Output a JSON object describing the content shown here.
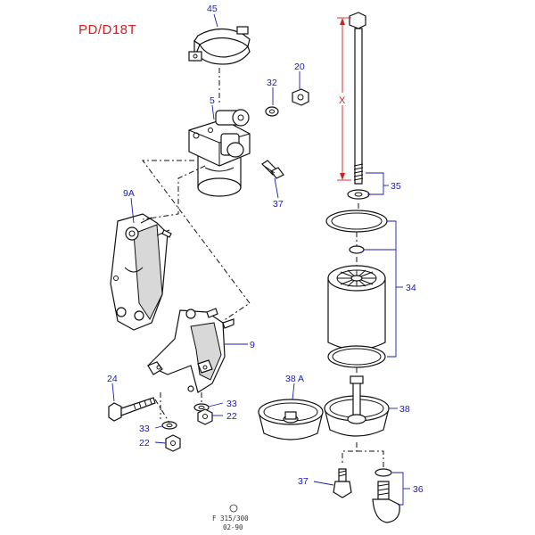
{
  "title": "PD/D18T",
  "reference": {
    "code": "F 315/300",
    "date": "02-90"
  },
  "dimension_label": "X",
  "callouts": {
    "c45": "45",
    "c20": "20",
    "c32a": "32",
    "c5": "5",
    "c37a": "37",
    "c9A": "9A",
    "c35": "35",
    "c34": "34",
    "c9": "9",
    "c24": "24",
    "c33a": "33",
    "c22a": "22",
    "c33b": "33",
    "c22b": "22",
    "c38A": "38 A",
    "c38": "38",
    "c37b": "37",
    "c36": "36"
  }
}
